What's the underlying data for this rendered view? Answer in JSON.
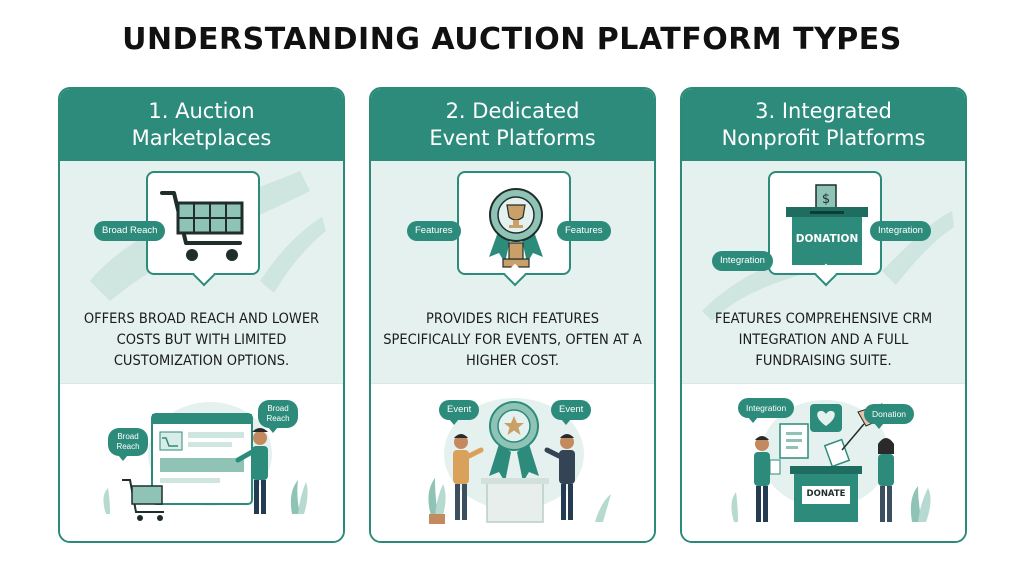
{
  "title": "UNDERSTANDING AUCTION PLATFORM TYPES",
  "colors": {
    "accent": "#2d8b7b",
    "panel": "#e4f1ee",
    "text": "#1c1c1c"
  },
  "cards": [
    {
      "heading_line1": "1. Auction",
      "heading_line2": "Marketplaces",
      "icon": "shopping-cart-icon",
      "pills": [
        "Broad Reach"
      ],
      "description": "OFFERS BROAD REACH AND LOWER COSTS BUT WITH LIMITED CUSTOMIZATION OPTIONS.",
      "scene_labels": [
        "Broad Reach",
        "Broad Reach"
      ]
    },
    {
      "heading_line1": "2. Dedicated",
      "heading_line2": "Event Platforms",
      "icon": "trophy-award-icon",
      "pills": [
        "Features",
        "Features"
      ],
      "description": "PROVIDES RICH FEATURES SPECIFICALLY FOR EVENTS, OFTEN AT A HIGHER COST.",
      "scene_labels": [
        "Event",
        "Event"
      ]
    },
    {
      "heading_line1": "3. Integrated",
      "heading_line2": "Nonprofit Platforms",
      "icon": "donation-box-icon",
      "pills": [
        "Integration",
        "Integration"
      ],
      "box_label": "DONATION",
      "description": "FEATURES COMPREHENSIVE CRM INTEGRATION AND A FULL FUNDRAISING SUITE.",
      "scene_labels": [
        "Integration",
        "Donation"
      ],
      "scene_box_label": "DONATE"
    }
  ]
}
